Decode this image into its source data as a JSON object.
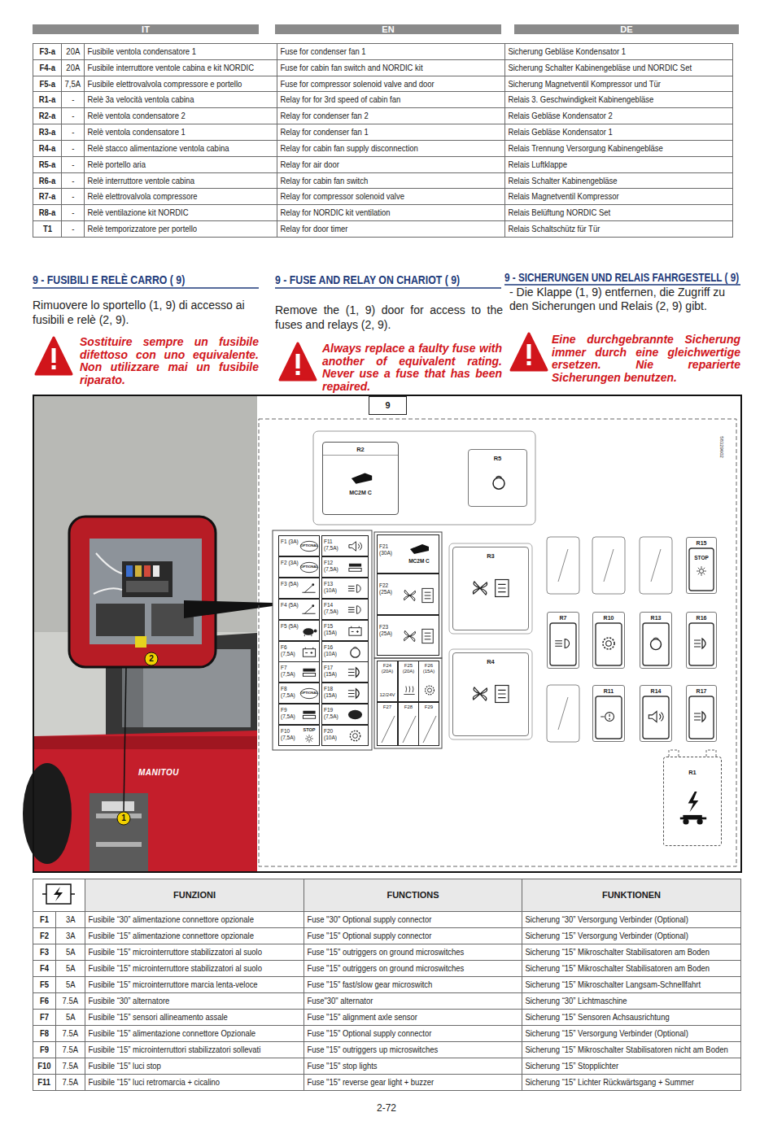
{
  "diagram": {
    "nodes": [
      {
        "text": [
          "9"
        ]
      },
      {
        "text": [
          "R2",
          "MC2M C"
        ]
      },
      {
        "text": [
          "R5"
        ]
      },
      {
        "text": [
          "F1 (3A)",
          "OPTIONAL"
        ]
      },
      {
        "text": [
          "F2 (3A)",
          "OPTIONAL"
        ]
      },
      {
        "text": [
          "F3 (5A)"
        ]
      },
      {
        "text": [
          "F4 (5A)"
        ]
      },
      {
        "text": [
          "F5 (5A)"
        ]
      },
      {
        "text": [
          "F6 (7,5A)"
        ]
      },
      {
        "text": [
          "F7 (7,5A)"
        ]
      },
      {
        "text": [
          "F8 (7,5A)",
          "OPTIONAL"
        ]
      },
      {
        "text": [
          "F9 (7,5A)"
        ]
      },
      {
        "text": [
          "F10 (7,5A)",
          "STOP"
        ]
      },
      {
        "text": [
          "F11 (7,5A)"
        ]
      },
      {
        "text": [
          "F12 (7,5A)"
        ]
      },
      {
        "text": [
          "F13 (10A)"
        ]
      },
      {
        "text": [
          "F14 (7,5A)"
        ]
      },
      {
        "text": [
          "F15 (15A)"
        ]
      },
      {
        "text": [
          "F16 (10A)"
        ]
      },
      {
        "text": [
          "F17 (15A)"
        ]
      },
      {
        "text": [
          "F18 (15A)"
        ]
      },
      {
        "text": [
          "F19 (7,5A)"
        ]
      },
      {
        "text": [
          "F20 (10A)"
        ]
      },
      {
        "text": [
          "F21 (30A)",
          "MC2M C"
        ]
      },
      {
        "text": [
          "F22 (25A)"
        ]
      },
      {
        "text": [
          "F23 (25A)"
        ]
      },
      {
        "text": [
          "F24 (20A)",
          "12/24V"
        ]
      },
      {
        "text": [
          "F25 (20A)"
        ]
      },
      {
        "text": [
          "F26 (15A)"
        ]
      },
      {
        "text": [
          "F27"
        ]
      },
      {
        "text": [
          "F28"
        ]
      },
      {
        "text": [
          "F29"
        ]
      },
      {
        "text": [
          "R3"
        ]
      },
      {
        "text": [
          "R4"
        ]
      },
      {
        "text": [
          "R15",
          "STOP"
        ]
      },
      {
        "text": [
          "R7"
        ]
      },
      {
        "text": [
          "R10"
        ]
      },
      {
        "text": [
          "R13"
        ]
      },
      {
        "text": [
          "R16"
        ]
      },
      {
        "text": [
          "R11"
        ]
      },
      {
        "text": [
          "R14"
        ]
      },
      {
        "text": [
          "R17"
        ]
      },
      {
        "text": [
          "R1"
        ]
      }
    ],
    "labels": [
      "IT",
      "EN",
      "DE",
      "F3-a",
      "20A",
      "Fusibile ventola condensatore 1",
      "Fuse for condenser fan 1",
      "Sicherung Gebläse Kondensator 1",
      "F4-a",
      "20A",
      "Fusibile interruttore ventole cabina e kit NORDIC",
      "Fuse for cabin fan switch and NORDIC kit",
      "Sicherung Schalter Kabinengebläse und NORDIC Set",
      "F5-a",
      "7,5A",
      "Fusibile elettrovalvola compressore e portello",
      "Fuse for compressor solenoid valve and door",
      "Sicherung Magnetventil Kompressor und Tür",
      "R1-a",
      "-",
      "Relè 3a velocità ventola cabina",
      "Relay for for 3rd speed of cabin fan",
      "Relais 3. Geschwindigkeit Kabinengebläse",
      "R2-a",
      "-",
      "Relè ventola condensatore 2",
      "Relay for condenser fan 2",
      "Relais Gebläse Kondensator 2",
      "R3-a",
      "-",
      "Relè ventola condensatore 1",
      "Relay for condenser fan 1",
      "Relais Gebläse Kondensator 1",
      "R4-a",
      "-",
      "Relè stacco alimentazione ventola cabina",
      "Relay for cabin fan supply disconnection",
      "Relais Trennung Versorgung Kabinengebläse",
      "R5-a",
      "-",
      "Relè portello aria",
      "Relay for air door",
      "Relais Luftklappe",
      "R6-a",
      "-",
      "Relè interruttore ventole cabina",
      "Relay for cabin fan switch",
      "Relais Schalter Kabinengebläse",
      "R7-a",
      "-",
      "Relè elettrovalvola compressore",
      "Relay for compressor solenoid valve",
      "Relais Magnetventil Kompressor",
      "R8-a",
      "-",
      "Relè ventilazione kit NORDIC",
      "Relay for NORDIC kit ventilation",
      "Relais Belüftung NORDIC Set",
      "T1",
      "-",
      "Relè temporizzatore per portello",
      "Relay for door timer",
      "Relais Schaltschütz für Tür",
      "9 - FUSIBILI E RELÈ CARRO ( 9)",
      "9 - FUSE AND RELAY ON CHARIOT ( 9)",
      "9 - SICHERUNGEN UND RELAIS FAHRGESTELL ( 9)",
      "Rimuovere lo sportello (1, 9) di accesso ai fusibili e relè (2, 9).",
      "Remove the (1, 9) door for access to the fuses and relays (2, 9).",
      "- Die Klappe (1, 9) entfernen, die Zugriff zu den Sicherungen und Relais (2, 9) gibt.",
      "Sostituire sempre un fusibile difettoso con uno equivalente. Non utilizzare mai un fusibile riparato.",
      "Always replace a faulty fuse with another of equivalent rating. Never use a fuse that has been repaired.",
      "Eine durchgebrannte Sicherung immer durch eine gleichwertige ersetzen. Nie reparierte Sicherungen benutzen.",
      "MANITOU",
      "2",
      "1",
      "58329602",
      "FUNZIONI",
      "FUNCTIONS",
      "FUNKTIONEN",
      "F1",
      "3A",
      "Fusibile “30” alimentazione connettore opzionale",
      "Fuse \"30\" Optional supply connector",
      "Sicherung “30” Versorgung Verbinder (Optional)",
      "F2",
      "3A",
      "Fusibile “15” alimentazione connettore opzionale",
      "Fuse \"15\" Optional supply connector",
      "Sicherung “15” Versorgung Verbinder (Optional)",
      "F3",
      "5A",
      "Fusibile “15” microinterruttore stabilizzatori al suolo",
      "Fuse \"15\" outriggers on ground microswitches",
      "Sicherung “15” Mikroschalter Stabilisatoren am Boden",
      "F4",
      "5A",
      "Fusibile “15” microinterruttore stabilizzatori al suolo",
      "Fuse \"15\" outriggers on ground microswitches",
      "Sicherung “15” Mikroschalter Stabilisatoren am Boden",
      "F5",
      "5A",
      "Fusibile “15” microinterruttore marcia lenta-veloce",
      "Fuse \"15\" fast/slow gear microswitch",
      "Sicherung “15” Mikroschalter Langsam-Schnellfahrt",
      "F6",
      "7.5A",
      "Fusibile “30” alternatore",
      "Fuse\"30\" alternator",
      "Sicherung “30” Lichtmaschine",
      "F7",
      "5A",
      "Fusibile “15” sensori allineamento assale",
      "Fuse \"15\" alignment axle sensor",
      "Sicherung “15” Sensoren Achsausrichtung",
      "F8",
      "7.5A",
      "Fusibile “15” alimentazione connettore Opzionale",
      "Fuse \"15\" Optional supply connector",
      "Sicherung “15” Versorgung Verbinder (Optional)",
      "F9",
      "7.5A",
      "Fusibile “15” microinterruttori stabilizzatori sollevati",
      "Fuse \"15\" outriggers up microswitches",
      "Sicherung “15” Mikroschalter Stabilisatoren nicht am Boden",
      "F10",
      "7.5A",
      "Fusibile “15” luci stop",
      "Fuse \"15\" stop lights",
      "Sicherung “15” Stopplichter",
      "F11",
      "7.5A",
      "Fusibile “15” luci retromarcia + cicalino",
      "Fuse \"15\" reverse gear light + buzzer",
      "Sicherung “15” Lichter Rückwärtsgang + Summer",
      "2-72"
    ]
  }
}
